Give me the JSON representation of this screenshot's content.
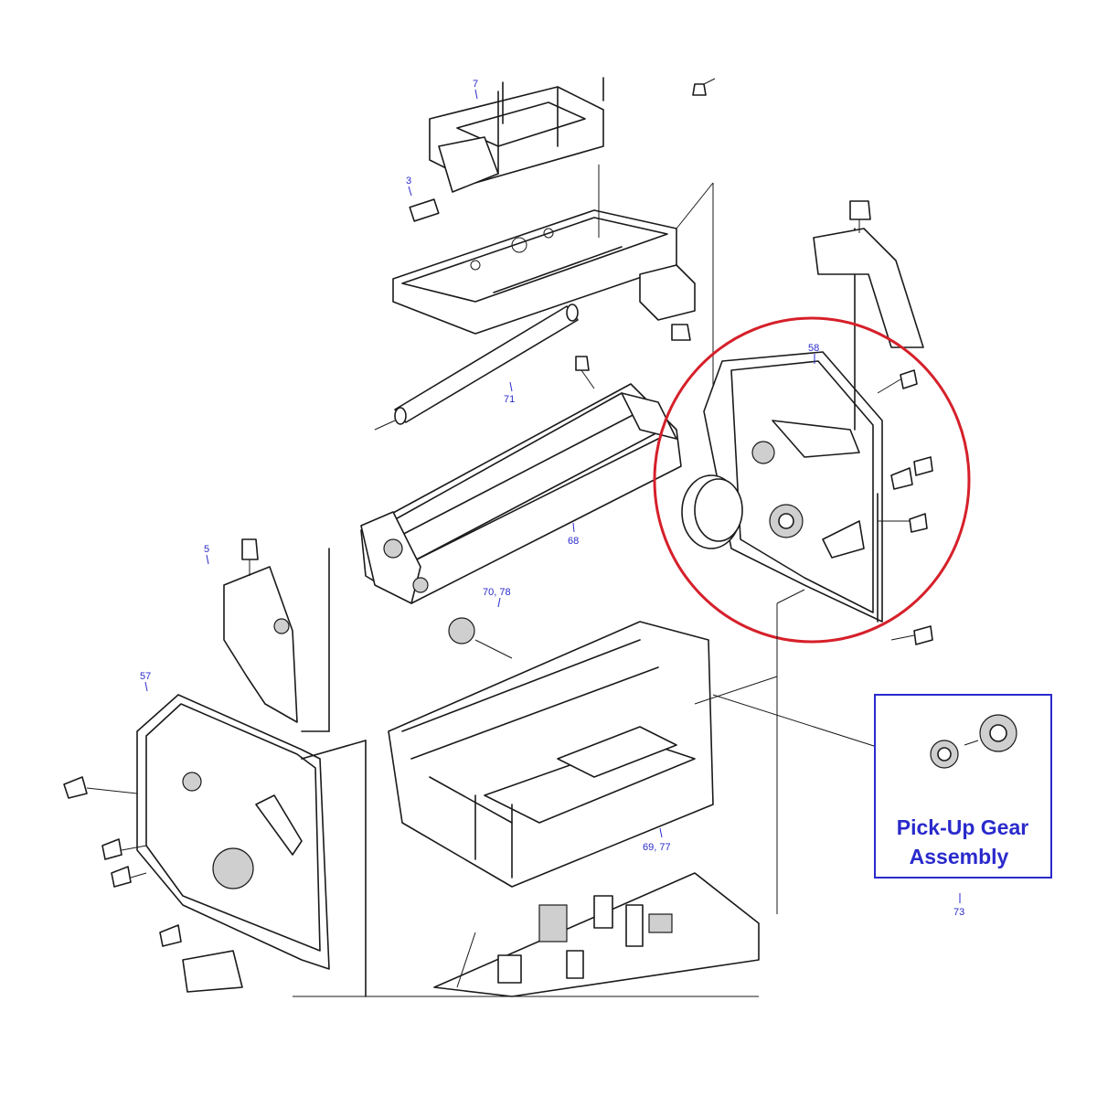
{
  "callouts": [
    {
      "id": "7",
      "label": "7"
    },
    {
      "id": "3",
      "label": "3"
    },
    {
      "id": "71",
      "label": "71"
    },
    {
      "id": "58",
      "label": "58"
    },
    {
      "id": "68",
      "label": "68"
    },
    {
      "id": "5",
      "label": "5"
    },
    {
      "id": "70-78",
      "label": "70, 78"
    },
    {
      "id": "57",
      "label": "57"
    },
    {
      "id": "69-77",
      "label": "69, 77"
    },
    {
      "id": "73",
      "label": "73"
    }
  ],
  "inset": {
    "title_line1": "Pick-Up Gear",
    "title_line2": "Assembly"
  },
  "colors": {
    "callout": "#2a2acc",
    "highlight": "#d6202a",
    "linework": "#1a1a1a"
  }
}
